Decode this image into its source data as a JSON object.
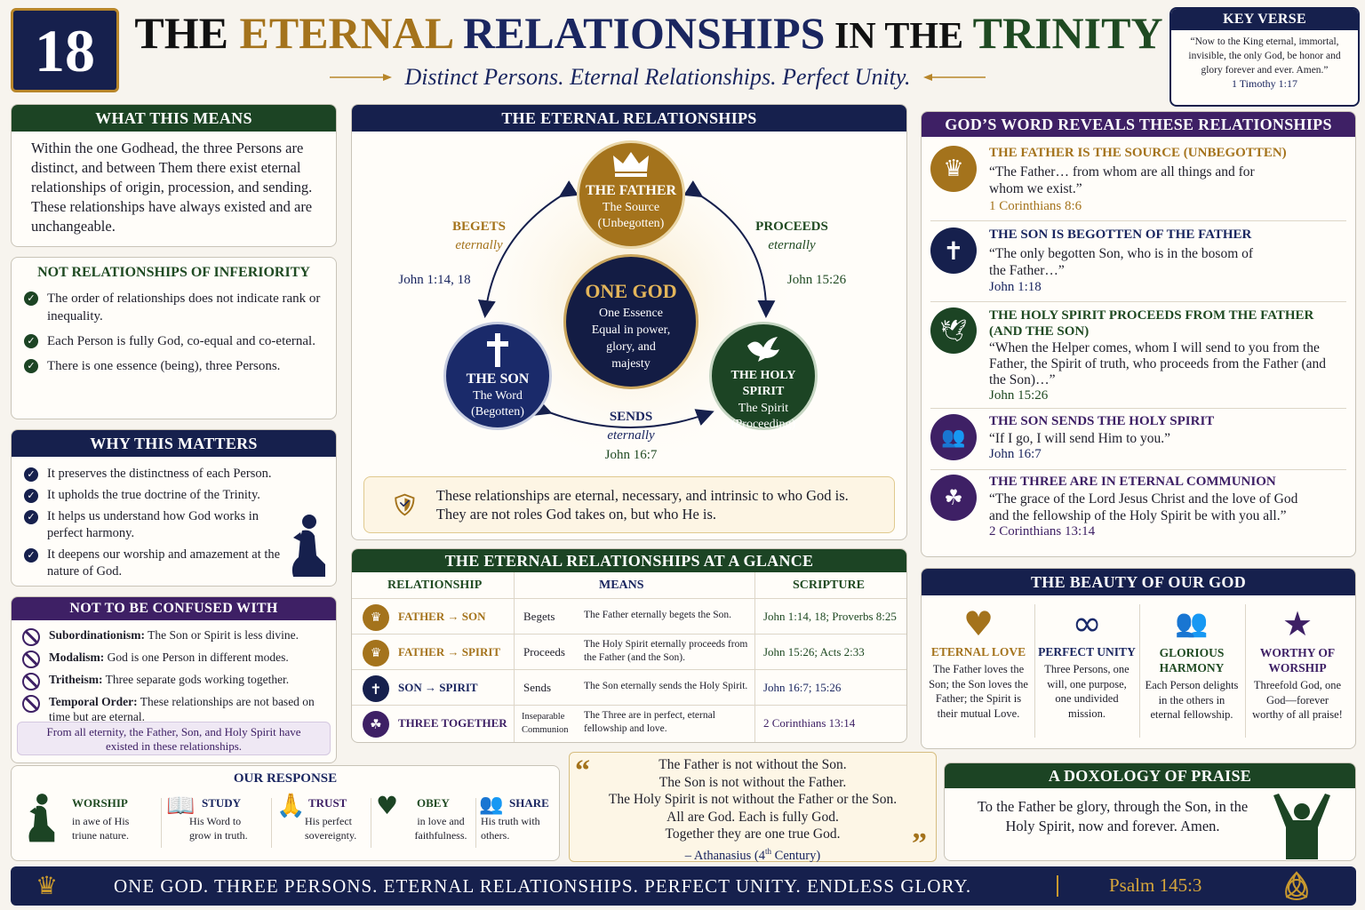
{
  "header": {
    "number": "18",
    "title_a": "THE ",
    "title_b": "ETERNAL",
    "title_c": " RELATIONSHIPS",
    "title_d": " IN THE ",
    "title_e": "TRINITY",
    "subtitle": "Distinct Persons. Eternal Relationships. Perfect Unity."
  },
  "key_verse": {
    "heading": "KEY VERSE",
    "text": "“Now to the King eternal, immortal, invisible, the only God, be honor and glory forever and ever. Amen.”",
    "ref": "1 Timothy 1:17"
  },
  "what_means": {
    "heading": "WHAT THIS MEANS",
    "text": "Within the one Godhead, the three Persons are distinct, and between Them there exist eternal relationships of origin, procession, and sending. These relationships have always existed and are unchangeable."
  },
  "not_inferiority": {
    "heading": "NOT RELATIONSHIPS OF INFERIORITY",
    "items": [
      "The order of relationships does not indicate rank or inequality.",
      "Each Person is fully God, co-equal and co-eternal.",
      "There is one essence (being), three Persons."
    ]
  },
  "why_matters": {
    "heading": "WHY THIS MATTERS",
    "items": [
      "It preserves the distinctness of each Person.",
      "It upholds the true doctrine of the Trinity.",
      "It helps us understand how God works in perfect harmony.",
      "It deepens our worship and amazement at the nature of God."
    ]
  },
  "not_confused": {
    "heading": "NOT TO BE CONFUSED WITH",
    "items": [
      {
        "term": "Subordinationism:",
        "desc": " The Son or Spirit is less divine."
      },
      {
        "term": "Modalism:",
        "desc": " God is one Person in different modes."
      },
      {
        "term": "Tritheism:",
        "desc": " Three separate gods working together."
      },
      {
        "term": "Temporal Order:",
        "desc": " These relationships are not based on time but are eternal."
      }
    ],
    "note": "From all eternity, the Father, Son, and Holy Spirit have existed in these relationships."
  },
  "diagram": {
    "heading": "THE ETERNAL RELATIONSHIPS",
    "father": {
      "name": "THE FATHER",
      "l1": "The Source",
      "l2": "(Unbegotten)"
    },
    "son": {
      "name": "THE SON",
      "l1": "The Word",
      "l2": "(Begotten)"
    },
    "spirit": {
      "name": "THE HOLY SPIRIT",
      "l1": "The Spirit",
      "l2": "(Proceeding)"
    },
    "center": {
      "name": "ONE GOD",
      "l1": "One Essence",
      "l2": "Equal in power,",
      "l3": "glory, and",
      "l4": "majesty"
    },
    "begets": {
      "label": "BEGETS",
      "sub": "eternally",
      "ref": "John 1:14, 18"
    },
    "proceeds": {
      "label": "PROCEEDS",
      "sub": "eternally",
      "ref": "John 15:26"
    },
    "sends": {
      "label": "SENDS",
      "sub": "eternally",
      "ref": "John 16:7"
    },
    "note": "These relationships are eternal, necessary, and intrinsic to who God is. They are not roles God takes on, but who He is."
  },
  "glance": {
    "heading": "THE ETERNAL RELATIONSHIPS AT A GLANCE",
    "columns": [
      "RELATIONSHIP",
      "MEANS",
      "SCRIPTURE"
    ],
    "rows": [
      {
        "rel": "FATHER → SON",
        "means": "Begets",
        "desc": "The Father eternally begets the Son.",
        "ref": "John 1:14, 18; Proverbs 8:25"
      },
      {
        "rel": "FATHER → SPIRIT",
        "means": "Proceeds",
        "desc": "The Holy Spirit eternally proceeds from the Father (and the Son).",
        "ref": "John 15:26; Acts 2:33"
      },
      {
        "rel": "SON → SPIRIT",
        "means": "Sends",
        "desc": "The Son eternally sends the Holy Spirit.",
        "ref": "John 16:7; 15:26"
      },
      {
        "rel": "THREE TOGETHER",
        "means": "Inseparable Communion",
        "desc": "The Three are in perfect, eternal fellowship and love.",
        "ref": "2 Corinthians 13:14"
      }
    ]
  },
  "reveals": {
    "heading": "GOD’S WORD REVEALS THESE RELATIONSHIPS",
    "items": [
      {
        "title": "THE FATHER IS THE SOURCE (UNBEGOTTEN)",
        "quote": "“The Father… from whom are all things and for whom we exist.”",
        "ref": "1 Corinthians 8:6",
        "color": "#a4731c"
      },
      {
        "title": "THE SON IS BEGOTTEN OF THE FATHER",
        "quote": "“The only begotten Son, who is in the bosom of the Father…”",
        "ref": "John 1:18",
        "color": "#16204d"
      },
      {
        "title": "THE HOLY SPIRIT PROCEEDS FROM THE FATHER (AND THE SON)",
        "quote": "“When the Helper comes, whom I will send to you from the Father, the Spirit of truth, who proceeds from the Father (and the Son)…”",
        "ref": "John 15:26",
        "color": "#1c4424"
      },
      {
        "title": "THE SON SENDS THE HOLY SPIRIT",
        "quote": "“If I go, I will send Him to you.”",
        "ref": "John 16:7",
        "color": "#3e2065"
      },
      {
        "title": "THE THREE ARE IN ETERNAL COMMUNION",
        "quote": "“The grace of the Lord Jesus Christ and the love of God and the fellowship of the Holy Spirit be with you all.”",
        "ref": "2 Corinthians 13:14",
        "color": "#3e2065"
      }
    ]
  },
  "beauty": {
    "heading": "THE BEAUTY OF OUR GOD",
    "items": [
      {
        "title": "ETERNAL LOVE",
        "text": "The Father loves the Son; the Son loves the Father; the Spirit is their mutual Love."
      },
      {
        "title": "PERFECT UNITY",
        "text": "Three Persons, one will, one purpose, one undivided mission."
      },
      {
        "title": "GLORIOUS HARMONY",
        "text": "Each Person delights in the others in eternal fellowship."
      },
      {
        "title": "WORTHY OF WORSHIP",
        "text": "Threefold God, one God—forever worthy of all praise!"
      }
    ]
  },
  "response": {
    "heading": "OUR RESPONSE",
    "items": [
      {
        "title": "WORSHIP",
        "text": "in awe of His triune nature."
      },
      {
        "title": "STUDY",
        "text": "His Word to grow in truth."
      },
      {
        "title": "TRUST",
        "text": "His perfect sovereignty."
      },
      {
        "title": "OBEY",
        "text": "in love and faithfulness."
      },
      {
        "title": "SHARE",
        "text": "His truth with others."
      }
    ]
  },
  "quote": {
    "lines": [
      "The Father is not without the Son.",
      "The Son is not without the Father.",
      "The Holy Spirit is not without the Father or the Son.",
      "All are God. Each is fully God.",
      "Together they are one true God."
    ],
    "author": "– Athanasius (4",
    "author_sup": "th",
    "author_end": " Century)"
  },
  "doxology": {
    "heading": "A DOXOLOGY OF PRAISE",
    "text": "To the Father be glory, through the Son, in the Holy Spirit, now and forever. Amen."
  },
  "footer": {
    "text": "ONE GOD. THREE PERSONS. ETERNAL RELATIONSHIPS. PERFECT UNITY.  ENDLESS GLORY.",
    "ref": "Psalm 145:3"
  },
  "colors": {
    "navy": "#16204d",
    "gold": "#a4731c",
    "green": "#1c4424",
    "purple": "#3e2065"
  }
}
